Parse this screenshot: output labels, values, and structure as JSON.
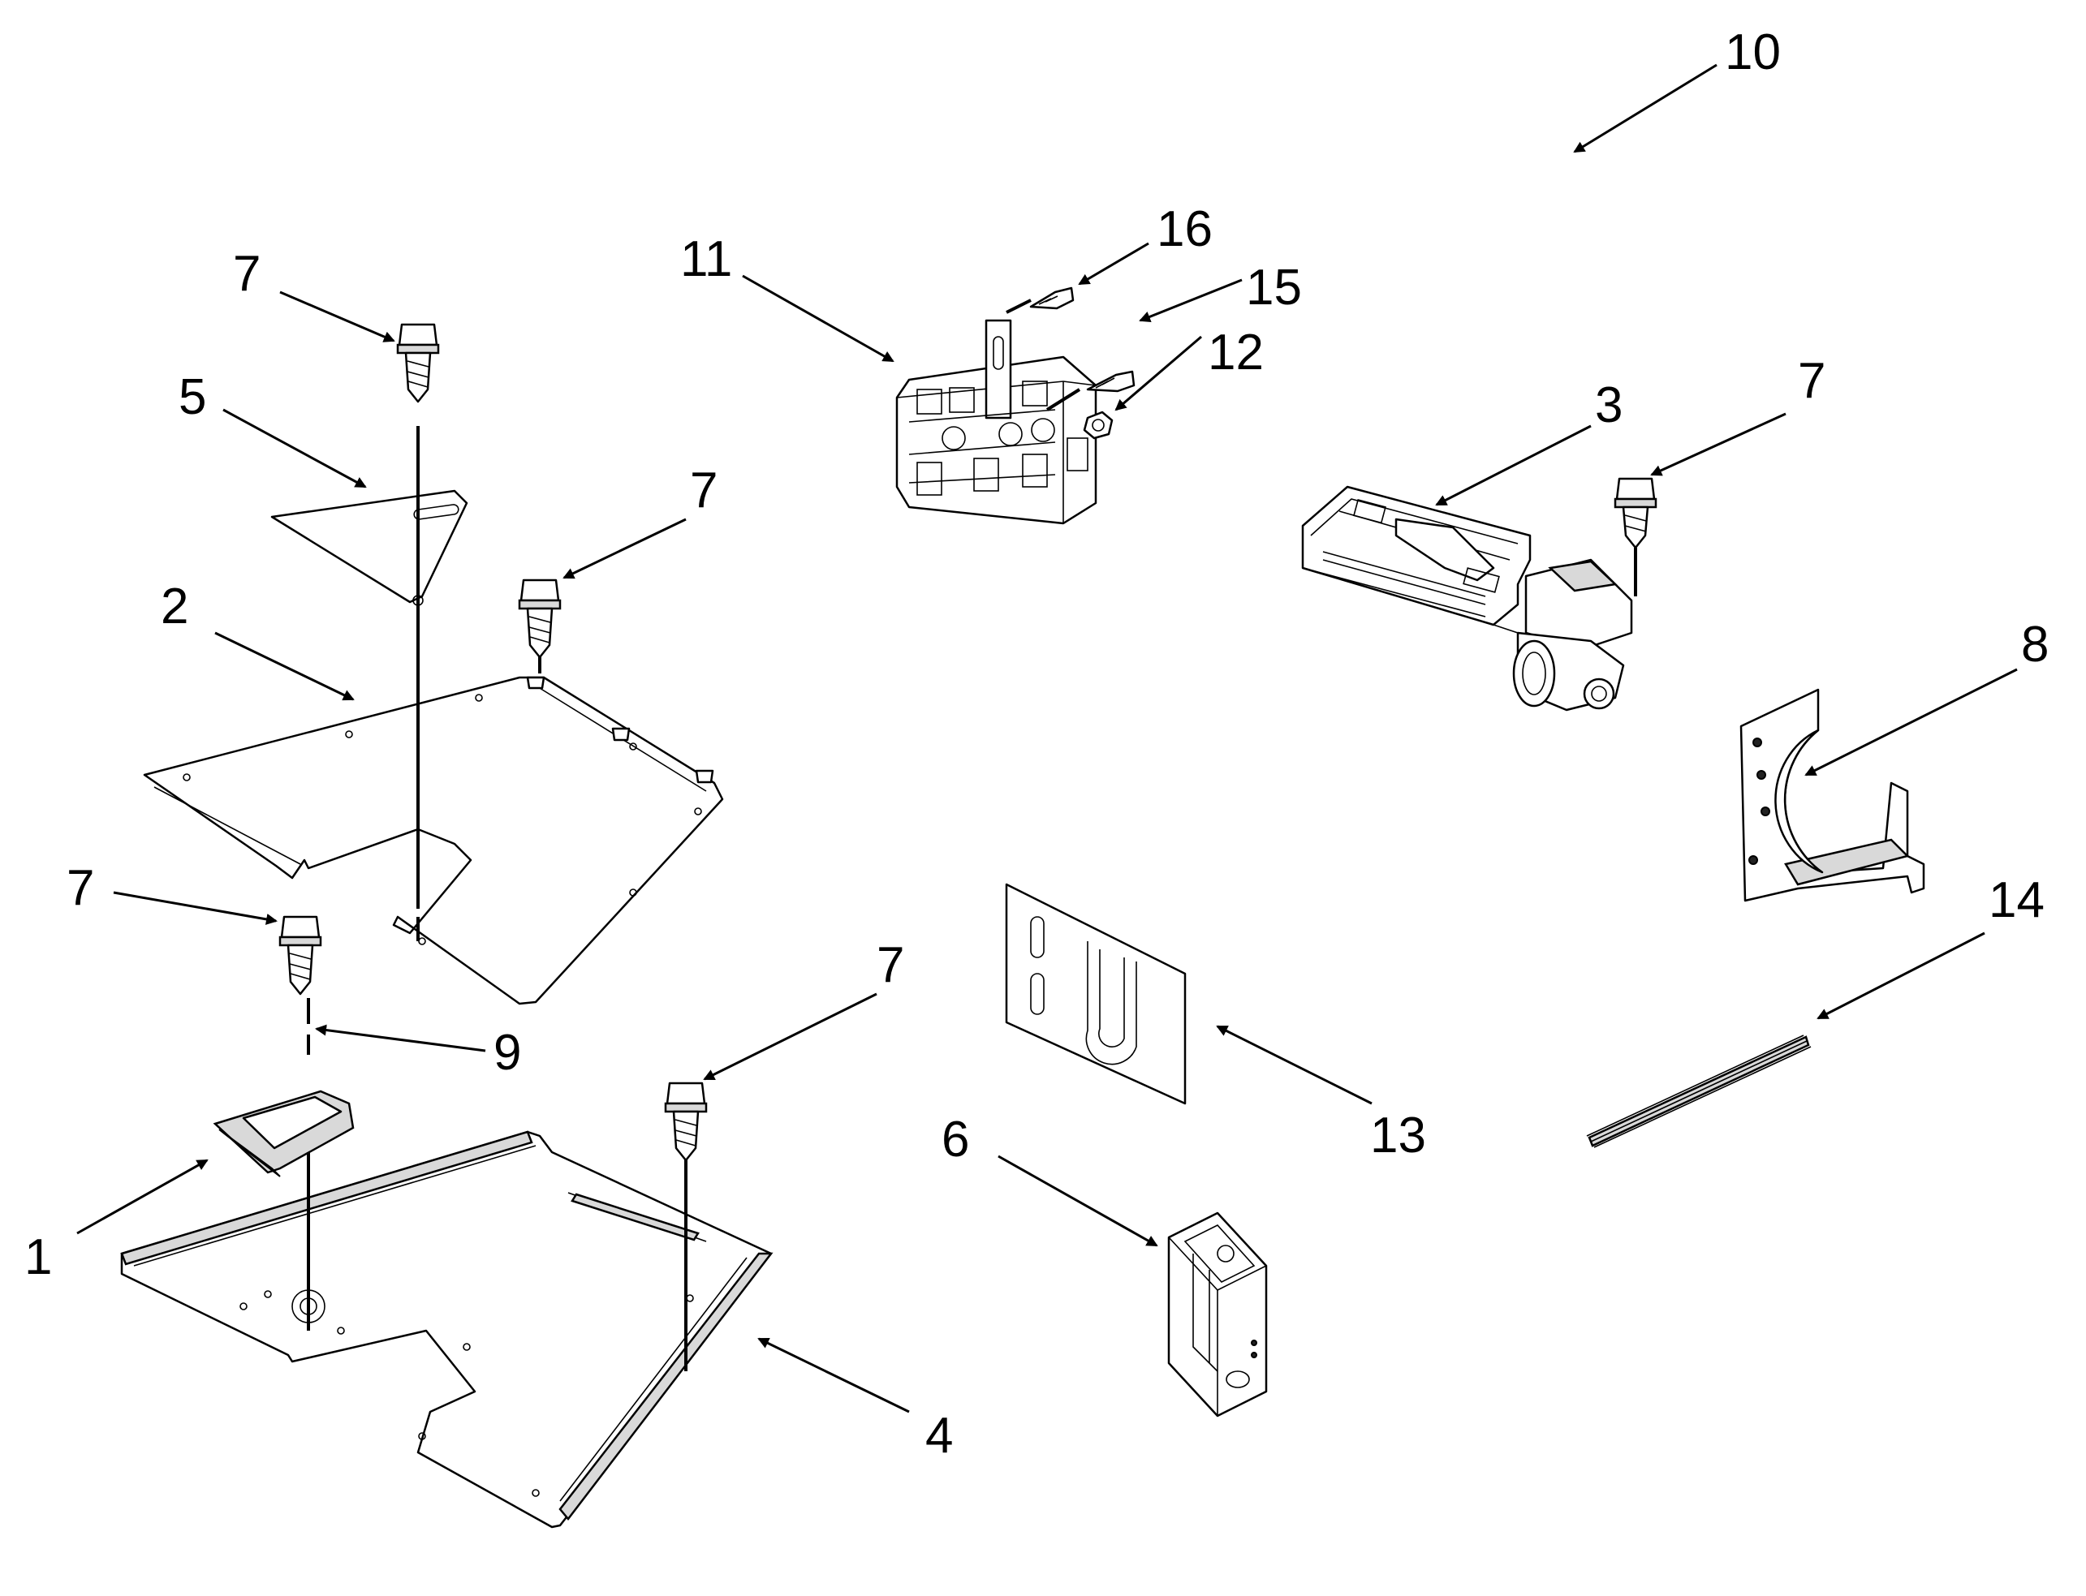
{
  "callouts": {
    "c1": "1",
    "c2": "2",
    "c3": "3",
    "c4": "4",
    "c5": "5",
    "c6": "6",
    "c7a": "7",
    "c7b": "7",
    "c7c": "7",
    "c7d": "7",
    "c7e": "7",
    "c8": "8",
    "c9": "9",
    "c10": "10",
    "c11": "11",
    "c12": "12",
    "c13": "13",
    "c14": "14",
    "c15": "15",
    "c16": "16"
  },
  "colors": {
    "line": "#000000",
    "background": "#ffffff",
    "shade": "#d9d9d9"
  }
}
